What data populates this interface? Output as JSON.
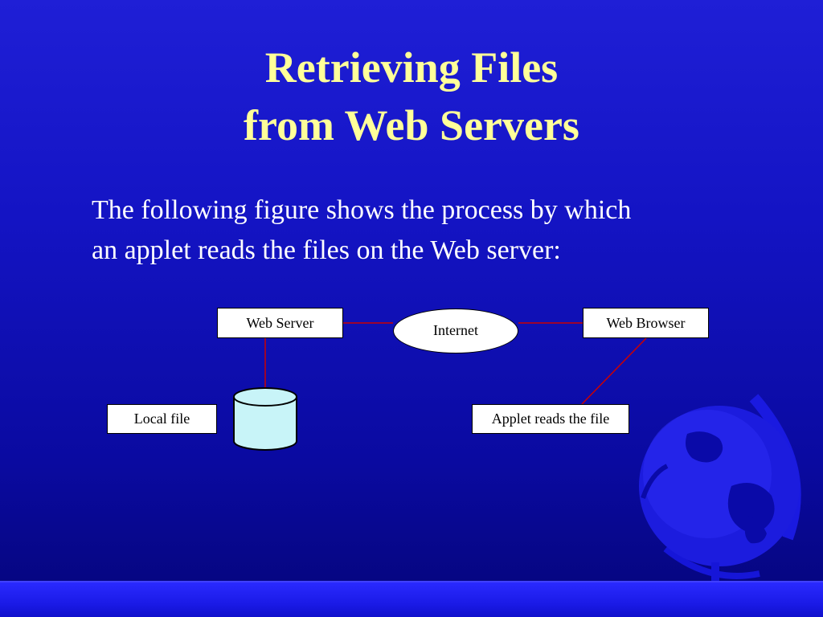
{
  "slide": {
    "title_line1": "Retrieving Files",
    "title_line2": "from Web Servers",
    "body_line1": "The following figure shows the process by which",
    "body_line2": "an applet reads the files on the Web server:"
  },
  "diagram": {
    "web_server": "Web Server",
    "internet": "Internet",
    "web_browser": "Web Browser",
    "local_file": "Local file",
    "applet_reads": "Applet reads the file"
  },
  "colors": {
    "title": "#ffff99",
    "text": "#ffffff",
    "connector": "#cc0000",
    "database_fill": "#c8f4f8"
  },
  "decoration": {
    "globe_icon": "globe-icon"
  }
}
